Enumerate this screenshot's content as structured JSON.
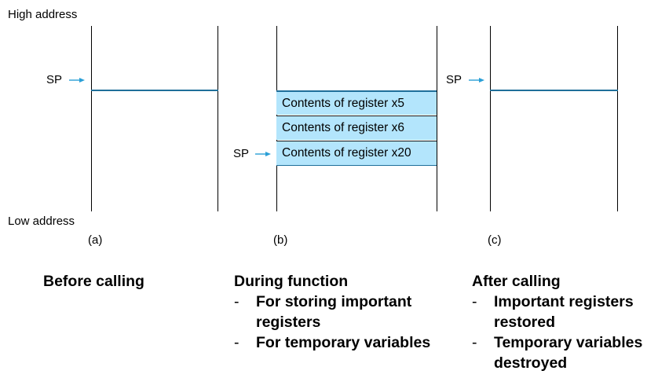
{
  "labels": {
    "high_address": "High address",
    "low_address": "Low address",
    "sp": "SP"
  },
  "panels": [
    {
      "tag": "(a)",
      "title": "Before calling",
      "bullets": []
    },
    {
      "tag": "(b)",
      "title": "During function",
      "bullets": [
        "For storing important registers",
        "For temporary variables"
      ],
      "stack_entries": [
        "Contents of register x5",
        "Contents of register x6",
        "Contents of register x20"
      ]
    },
    {
      "tag": "(c)",
      "title": "After calling",
      "bullets": [
        "Important registers restored",
        "Temporary variables destroyed"
      ]
    }
  ],
  "colors": {
    "stack_fill": "#b3e5fc",
    "sp_line": "#1f6f9a",
    "arrow": "#2a9fd6"
  },
  "icons": {
    "sp_pointer": "arrow-right-icon"
  }
}
